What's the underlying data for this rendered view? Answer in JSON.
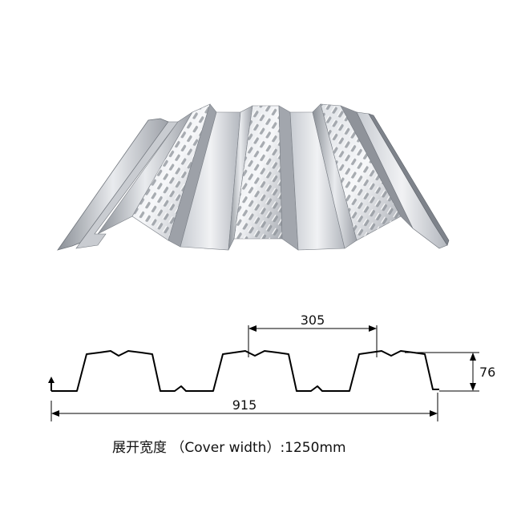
{
  "product_image": {
    "alt": "",
    "colors": {
      "light": "#f4f5f7",
      "mid": "#b8bcc3",
      "dark": "#7e838b",
      "edge": "#5f646b"
    }
  },
  "profile": {
    "dimensions": {
      "rib_pitch": "305",
      "height": "76",
      "overall": "915"
    },
    "stroke_color": "#000000"
  },
  "caption": {
    "chinese": "展开宽度",
    "english": "（Cover width）:1250mm"
  }
}
